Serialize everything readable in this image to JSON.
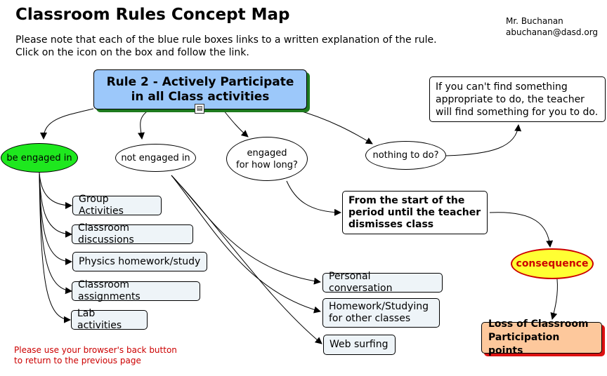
{
  "title": "Classroom Rules Concept Map",
  "notes": [
    "Please note that each of the blue rule boxes links to a written explanation of the rule.",
    "Click on the icon on the box and follow the link."
  ],
  "author": {
    "name": "Mr. Buchanan",
    "email": "abuchanan@dasd.org"
  },
  "rule": {
    "line1": "Rule 2 - Actively Participate",
    "line2": "in all Class activities",
    "icon": "document-icon"
  },
  "nodes": {
    "engaged": "be engaged in",
    "not_engaged": "not engaged in",
    "how_long_1": "engaged",
    "how_long_2": "for how long?",
    "nothing": "nothing to do?",
    "if_cant_1": "If you can't find something",
    "if_cant_2": "appropriate to do, the teacher",
    "if_cant_3": "will find something for you to do.",
    "start_1": "From the start of the",
    "start_2": "period until the teacher",
    "start_3": "dismisses class",
    "consequence": "consequence",
    "loss_1": "Loss of Classroom",
    "loss_2": "Participation points"
  },
  "engaged_items": [
    "Group Activities",
    "Classroom discussions",
    "Physics homework/study",
    "Classroom assignments",
    "Lab activities"
  ],
  "not_engaged_items": [
    "Personal conversation",
    "Homework/Studying",
    "for other classes",
    "Web surfing"
  ],
  "back_note": [
    "Please use your browser's back button",
    "to return to the previous page"
  ],
  "colors": {
    "rule_box": "#9cc8fa",
    "rule_shadow": "#1e7a1e",
    "engaged": "#1ee81e",
    "consequence": "#ffff33",
    "consequence_text": "#cc0000",
    "loss": "#fdc89c",
    "loss_shadow": "#dd1111",
    "back_note": "#cc0000"
  }
}
